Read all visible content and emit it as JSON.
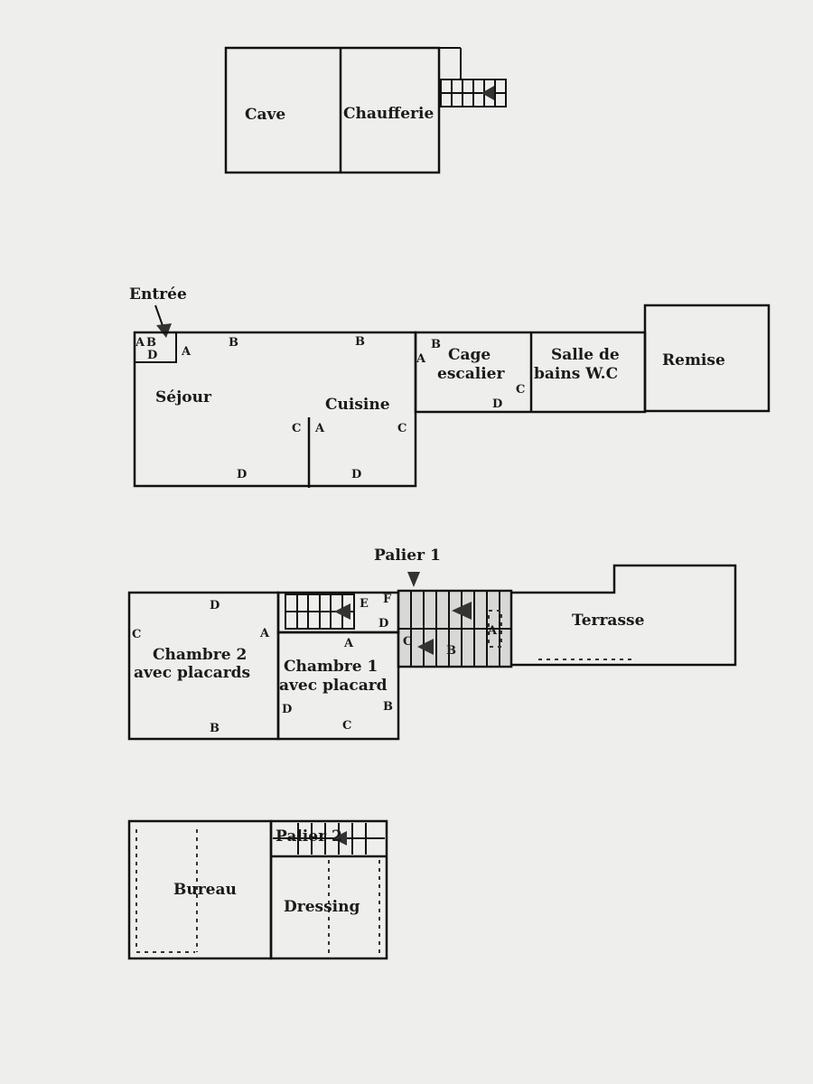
{
  "basement": {
    "rooms": {
      "cave": "Cave",
      "chaufferie": "Chaufferie"
    }
  },
  "ground_floor": {
    "entrance_label": "Entrée",
    "rooms": {
      "sejour": "Séjour",
      "cuisine": "Cuisine",
      "cage_escalier": [
        "Cage",
        "escalier"
      ],
      "salle_de_bains": [
        "Salle de",
        "bains W.C"
      ],
      "remise": "Remise"
    },
    "entry_letters": {
      "a": "A",
      "b": "B",
      "d": "D"
    },
    "sejour_letters": {
      "a": "A",
      "b": "B",
      "c": "C",
      "d": "D"
    },
    "cuisine_letters": {
      "a": "A",
      "b": "B",
      "c": "C",
      "d": "D"
    },
    "stair_letters": {
      "a": "A",
      "b": "B",
      "c": "C",
      "d": "D"
    }
  },
  "first_floor": {
    "landing_label": "Palier 1",
    "rooms": {
      "chambre2": [
        "Chambre 2",
        "avec placards"
      ],
      "chambre1": [
        "Chambre 1",
        "avec placard"
      ],
      "terrasse": "Terrasse"
    },
    "chambre2_letters": {
      "a": "A",
      "b": "B",
      "c": "C",
      "d": "D"
    },
    "chambre1_letters": {
      "a": "A",
      "b": "B",
      "c": "C",
      "d": "D"
    },
    "landing_letters": {
      "a": "A",
      "b": "B",
      "c": "C",
      "d": "D",
      "e": "E",
      "f": "F"
    }
  },
  "second_floor": {
    "landing_label": "Palier 2",
    "rooms": {
      "bureau": "Bureau",
      "dressing": "Dressing"
    }
  },
  "colors": {
    "ink": "#111111",
    "paper": "#eeefec",
    "stair_tone": "#d8d8d6"
  }
}
